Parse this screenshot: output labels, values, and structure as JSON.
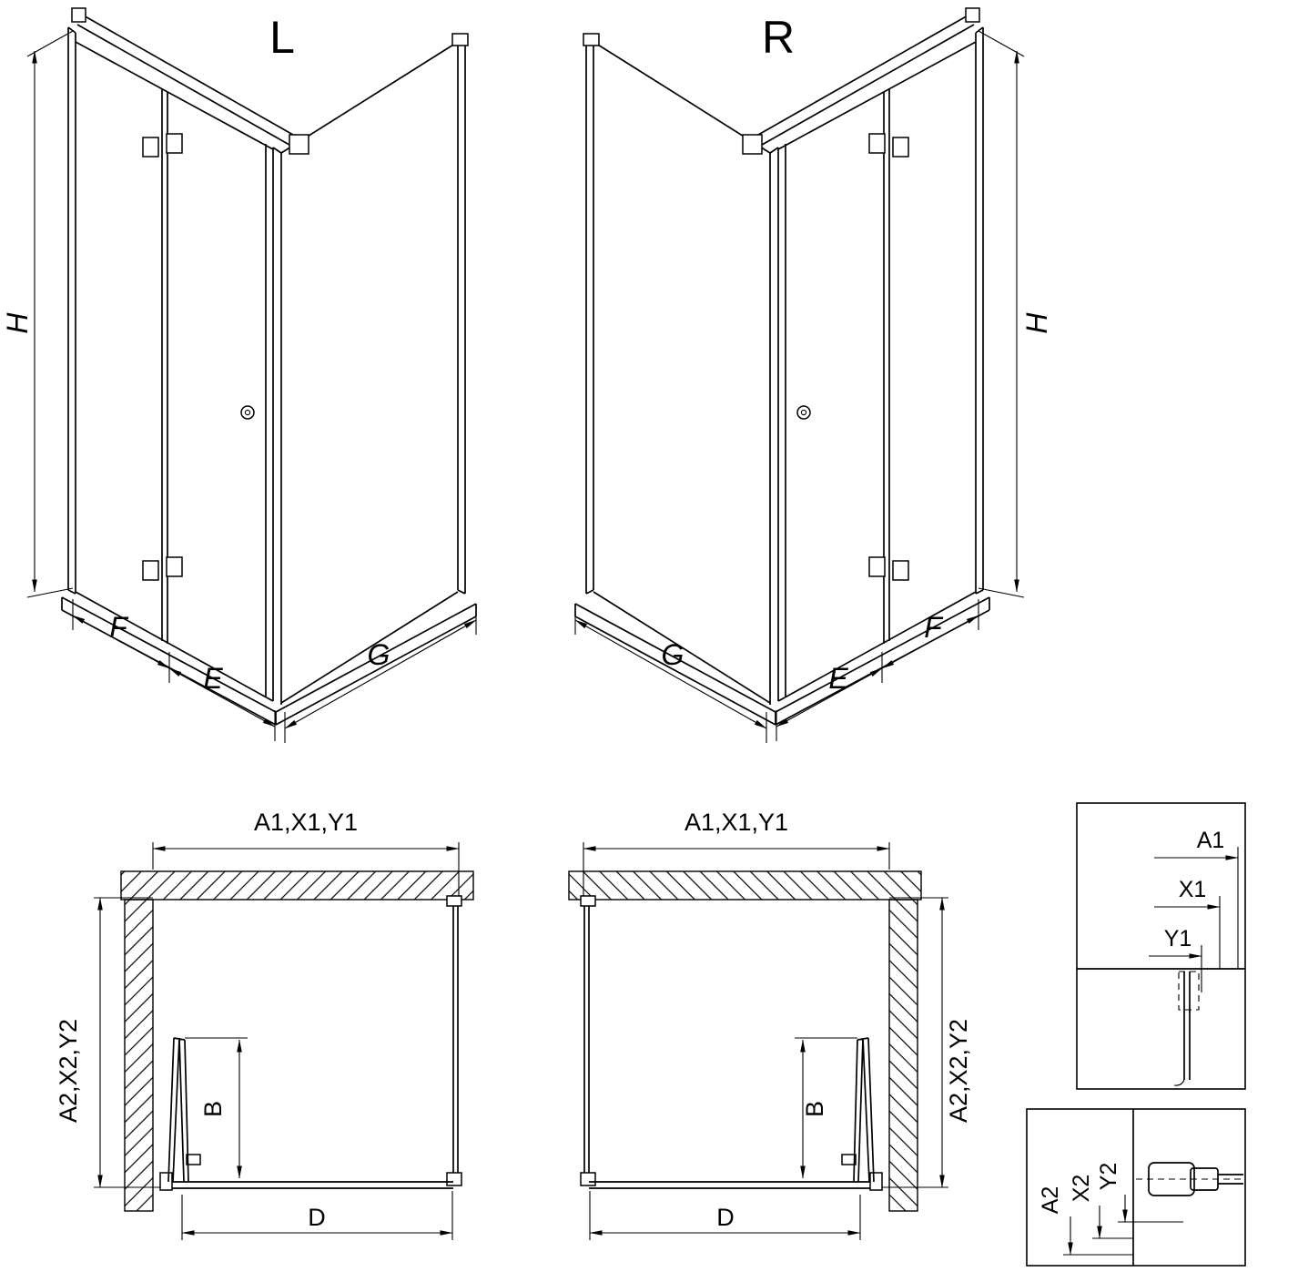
{
  "drawing": {
    "background": "#ffffff",
    "line_color": "#000000"
  },
  "iso_left": {
    "title": "L",
    "dim_height": "H",
    "dim_door_panel": "F",
    "dim_door_inner": "E",
    "dim_side_panel": "G"
  },
  "iso_right": {
    "title": "R",
    "dim_height": "H",
    "dim_door_panel": "F",
    "dim_door_inner": "E",
    "dim_side_panel": "G"
  },
  "plan_left": {
    "dim_width": "A1,X1,Y1",
    "dim_depth": "A2,X2,Y2",
    "dim_door": "B",
    "dim_opening": "D"
  },
  "plan_right": {
    "dim_width": "A1,X1,Y1",
    "dim_depth": "A2,X2,Y2",
    "dim_door": "B",
    "dim_opening": "D"
  },
  "detail_width": {
    "a1": "A1",
    "x1": "X1",
    "y1": "Y1"
  },
  "detail_depth": {
    "a2": "A2",
    "x2": "X2",
    "y2": "Y2"
  }
}
